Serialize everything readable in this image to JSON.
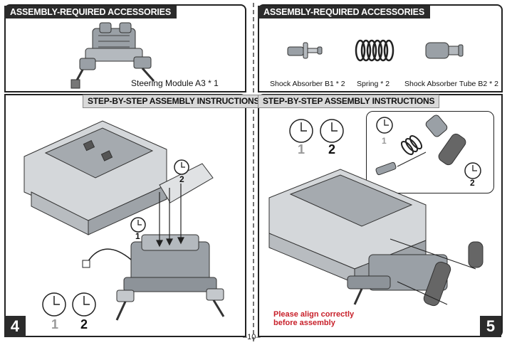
{
  "top_left": {
    "header": "ASSEMBLY-REQUIRED ACCESSORIES",
    "caption": "Steering Module A3 * 1"
  },
  "top_right": {
    "header": "ASSEMBLY-REQUIRED ACCESSORIES",
    "items": [
      {
        "label": "Shock Absorber B1 * 2"
      },
      {
        "label": "Spring * 2"
      },
      {
        "label": "Shock Absorber Tube B2 * 2"
      }
    ]
  },
  "step4": {
    "header": "STEP-BY-STEP ASSEMBLY INSTRUCTIONS",
    "number": "4",
    "clock_labels": [
      "1",
      "2"
    ],
    "callout_labels": [
      "1",
      "2"
    ]
  },
  "step5": {
    "header": "STEP-BY-STEP ASSEMBLY INSTRUCTIONS",
    "number": "5",
    "clock_labels": [
      "1",
      "2"
    ],
    "inset_labels": [
      "1",
      "2"
    ],
    "note_line1": "Please align correctly",
    "note_line2": "before assembly"
  },
  "page_number": "–10–",
  "colors": {
    "header_bg": "#2b2b2b",
    "note": "#c8202a",
    "subheader_bg": "#d9d9d9"
  }
}
